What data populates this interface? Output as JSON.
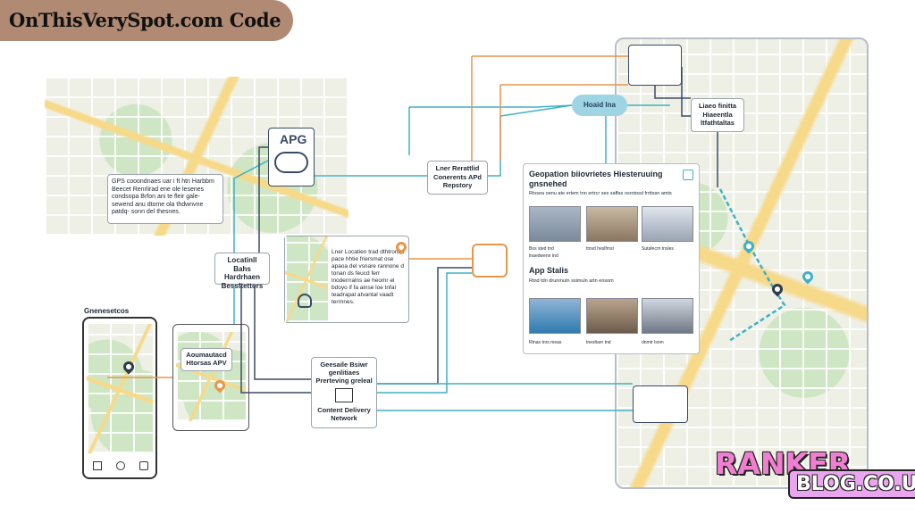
{
  "banner": {
    "title": "OnThisVerySpot.com Code"
  },
  "logo": {
    "line1": "RANKER",
    "line2": "BLOG.CO.UK"
  },
  "gps_box": {
    "text": "GPS cooondnaes uar i ft htn Harbbm Beecet Renrlirad ene ole lesenes condsopa Brfon ani te fleir gale- sewend anu dtome ola thdwnvne patdq- sonn del thesnes."
  },
  "app_box": {
    "text": "APG"
  },
  "location_box": {
    "text": "Locatinll Bahs Hardrhaen Bessftettors"
  },
  "phone_caption": {
    "text": "Gnenesetcos"
  },
  "phone_callout": {
    "text": "Aoumautacd Htorsas APV"
  },
  "repo_box": {
    "text": "Lner Rerattlid Conerents APd Repstory"
  },
  "lner_box": {
    "text": "Lner Locatien trad dthtronas pace hhtie friersmat ose apaoa del vsnare rannone d tonan ds feucd ferr lnoderrralns ae heomr el bdoyo if fa ainse loe tnfal teadrapal atvantal vaadt terrnnes."
  },
  "cdn_box": {
    "line1": "Geesaile Bsiwr genlitiaes Prerteving greleal",
    "line2": "Content Delivery Network"
  },
  "cloud": {
    "text": "Hoaid lna"
  },
  "callout_top": {
    "text": "Liaeo finitta Hiaeentla ltfathtaltas"
  },
  "geo_panel": {
    "title": "Geopation biiovrietes Hiesteruuing gnsnehed",
    "row1_text": "Rtvsea oenu ate ertem tnn ertrcr ses saffas osrotosd frrttssn amts",
    "row1_captions": [
      "Bos sted tnd",
      "ttnsd heslfmst",
      "Sutafecrn tnsles",
      "tnaedwenn tnd"
    ],
    "section2_title": "App Stalis",
    "row2_text": "Rtnd tdn drunmutn ssimuln artn ensom",
    "row2_captions": [
      "Rtnas tnrs meas",
      "tnesltanr tnd",
      "dnmtr lsnm"
    ]
  },
  "colors": {
    "teal": "#3fb1c4",
    "orange": "#e9954a",
    "navy": "#2e3a4e",
    "banner": "#b08a72"
  }
}
